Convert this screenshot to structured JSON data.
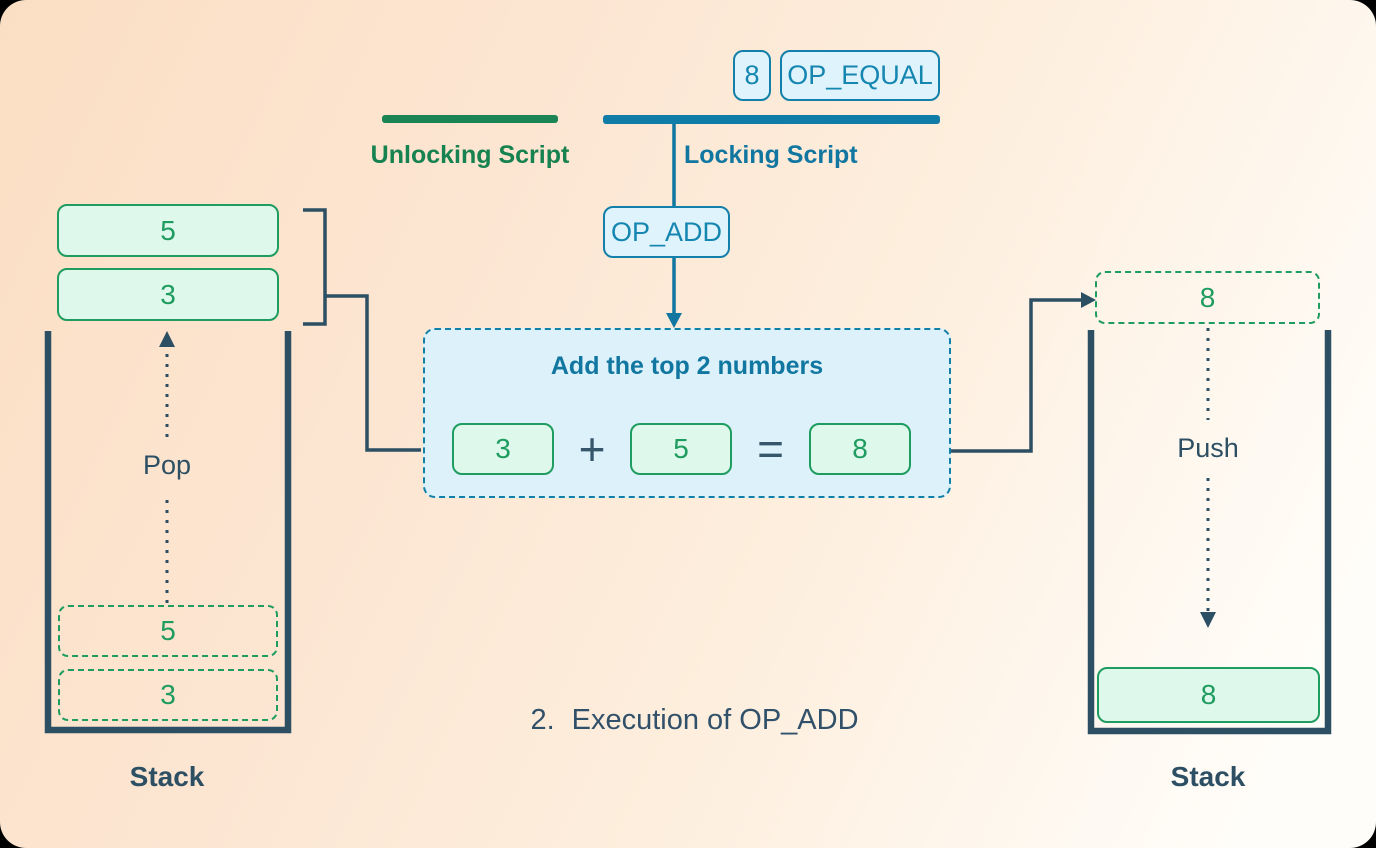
{
  "header": {
    "tokens": [
      "8",
      "OP_EQUAL"
    ],
    "unlocking_label": "Unlocking Script",
    "locking_label": "Locking Script",
    "op_token": "OP_ADD"
  },
  "left_stack": {
    "popped_items": [
      "5",
      "3"
    ],
    "ghost_items": [
      "5",
      "3"
    ],
    "action_label": "Pop",
    "stack_label": "Stack"
  },
  "operation_box": {
    "title": "Add the top 2 numbers",
    "operand_a": "3",
    "operator_plus": "+",
    "operand_b": "5",
    "operator_equals": "=",
    "result": "8"
  },
  "right_stack": {
    "incoming_item": "8",
    "action_label": "Push",
    "pushed_item": "8",
    "stack_label": "Stack"
  },
  "caption": {
    "number": "2.",
    "text": "Execution of OP_ADD"
  },
  "colors": {
    "teal_accent": "#1177a1",
    "green_accent": "#1f9c5f",
    "unlocking_green": "#16824f",
    "slate": "#2d4f63",
    "token_fill": "#def3fc",
    "value_fill": "#def8eb",
    "operation_fill": "#dcf1fa",
    "background_peach": "#fbdfc4"
  }
}
